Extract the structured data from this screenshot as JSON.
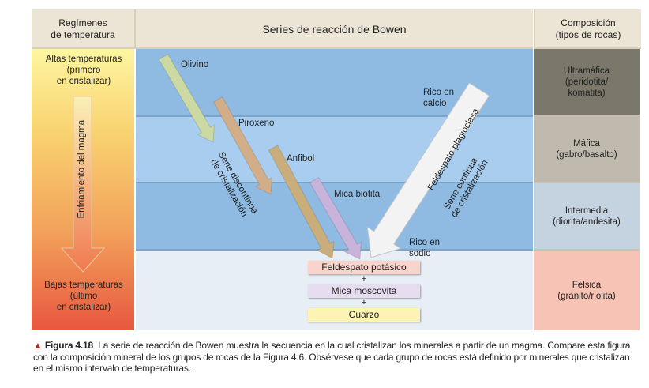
{
  "header": {
    "temperature_col": "Regímenes\nde temperatura",
    "series_col": "Series de reacción de Bowen",
    "composition_col": "Composición\n(tipos de rocas)"
  },
  "temperature": {
    "high": "Altas temperaturas\n(primero\nen cristalizar)",
    "axis_label": "Enfriamiento del magma",
    "low": "Bajas temperaturas\n(último\nen cristalizar)"
  },
  "minerals": {
    "olivine": "Olivino",
    "pyroxene": "Piroxeno",
    "amphibole": "Anfibol",
    "biotite": "Mica biotita",
    "plagioclase": "Feldespato plagioclasa",
    "calcium_rich": "Rico en\ncalcio",
    "sodium_rich": "Rico en\nsodio",
    "k_feldspar": "Feldespato potásico",
    "muscovite": "Mica moscovita",
    "quartz": "Cuarzo",
    "plus": "+"
  },
  "series": {
    "discontinuous": "Serie discontinua\nde cristalización",
    "continuous": "Serie continua\nde cristalización"
  },
  "composition": [
    {
      "label": "Ultramáfica\n(peridotita/\nkomatita)",
      "color": "#7b776b"
    },
    {
      "label": "Máfica\n(gabro/basalto)",
      "color": "#bfbaad"
    },
    {
      "label": "Intermedia\n(diorita/andesita)",
      "color": "#c5d3e1"
    },
    {
      "label": "Félsica\n(granito/riolita)",
      "color": "#f6c3b5"
    }
  ],
  "caption": {
    "figure": "Figura 4.18",
    "text": "La serie de reacción de Bowen muestra la secuencia en la cual cristalizan los minerales a partir de un magma. Compare esta figura con la composición mineral de los grupos de rocas de la Figura 4.6. Obsérvese que cada grupo de rocas está definido por minerales que cristalizan en el mismo intervalo de temperaturas."
  },
  "colors": {
    "olivine": "#cdd9a2",
    "pyroxene": "#d2ae88",
    "amphibole": "#c9ae7c",
    "biotite": "#c8b3da",
    "plagioclase": "#f3f3f3"
  }
}
